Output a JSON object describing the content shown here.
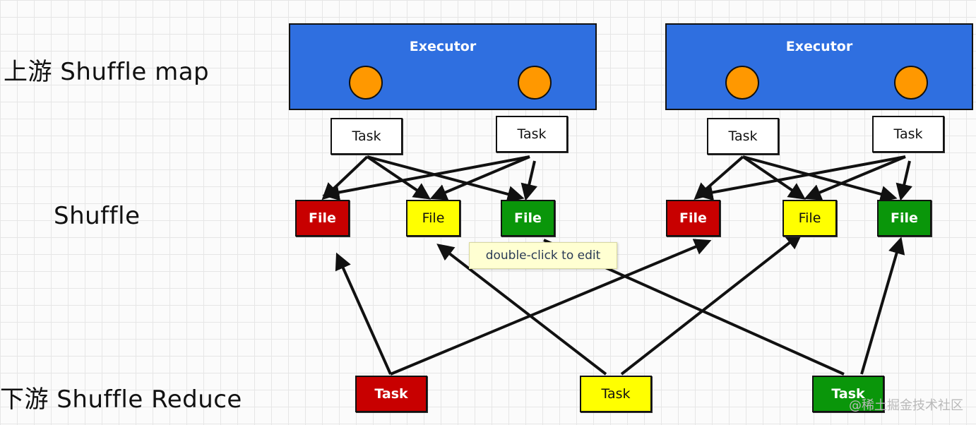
{
  "labels": {
    "upstream": "上游 Shuffle map",
    "shuffle": "Shuffle",
    "downstream": "下游 Shuffle Reduce"
  },
  "executors": [
    {
      "title": "Executor",
      "map_tasks": [
        "Task",
        "Task"
      ]
    },
    {
      "title": "Executor",
      "map_tasks": [
        "Task",
        "Task"
      ]
    }
  ],
  "files": [
    "File",
    "File",
    "File",
    "File",
    "File",
    "File"
  ],
  "reduce_tasks": [
    "Task",
    "Task",
    "Task"
  ],
  "tooltip": "double-click to edit",
  "watermark": "@稀土掘金技术社区",
  "colors": {
    "executor": "#2f6fe0",
    "core": "#ff9800",
    "red": "#c80000",
    "yellow": "#ffff00",
    "green": "#0a960a"
  }
}
